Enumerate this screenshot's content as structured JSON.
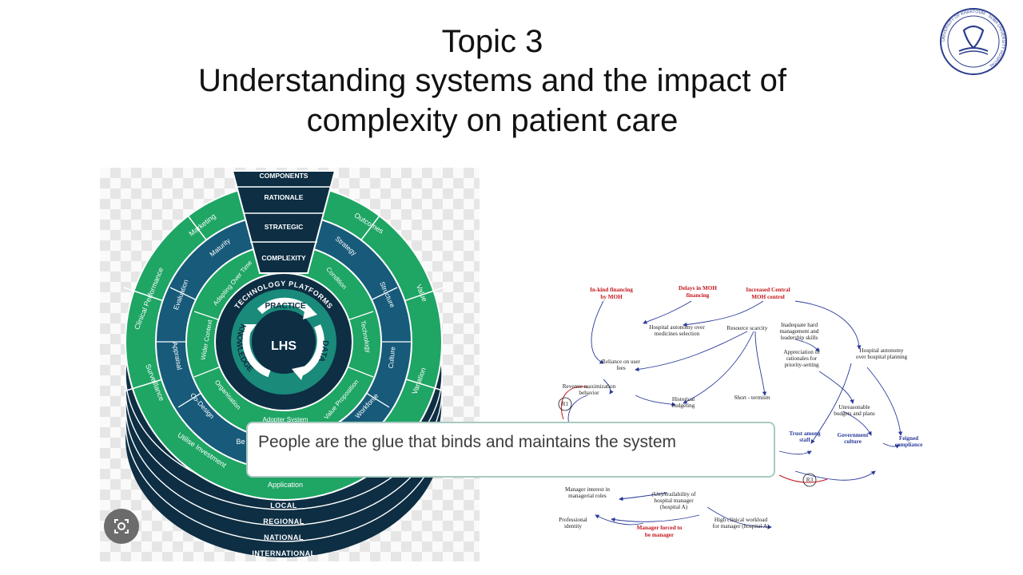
{
  "slide": {
    "title_lines": [
      "Topic 3",
      "Understanding systems and the impact of",
      "complexity on patient care"
    ],
    "caption": "People are the glue that binds and maintains the system"
  },
  "logo": {
    "ring_text": "UNIVERSITY OF KHARTOUM · SOBA UNIVERSITY HOSPITAL",
    "colors": {
      "ring": "#2c3e8f"
    }
  },
  "lhs_diagram": {
    "colors": {
      "green": "#1fa564",
      "navy": "#0d2e43",
      "blue": "#175a7a",
      "arrow": "#ffffff"
    },
    "center": "LHS",
    "cycle": [
      "PRACTICE",
      "DATA",
      "KNOWLEDGE"
    ],
    "tech_ring": "TECHNOLOGY PLATFORMS",
    "column": [
      "COMPONENTS",
      "RATIONALE",
      "STRATEGIC",
      "COMPLEXITY"
    ],
    "outer_ring": [
      "Outcomes",
      "Value",
      "Variation",
      "Surveillance",
      "Clinical Performance",
      "Marketing"
    ],
    "middle_ring": [
      "Strategy",
      "Structure",
      "Culture",
      "Workforce",
      "Co-Design",
      "Appraisal",
      "Evaluation",
      "Maturity"
    ],
    "inner_ring": [
      "Condition",
      "Technology",
      "Value Proposition",
      "Adopter System",
      "Organisation",
      "Wider Context",
      "Adapting Over Time"
    ],
    "bottom": [
      "Utilise Investment",
      "Be",
      "Application"
    ],
    "levels": [
      "LOCAL",
      "REGIONAL",
      "NATIONAL",
      "INTERNATIONAL"
    ]
  },
  "loop_diagram": {
    "colors": {
      "red": "#c4161c",
      "arrow": "#2a3a9a",
      "text": "#1a1a1a"
    },
    "red_nodes": [
      "In-kind financing",
      "by MOH",
      "Delays in MOH",
      "financing",
      "Increased Central",
      "MOH control",
      "Manager forced to",
      "be manager"
    ],
    "nodes": [
      "Hospital autonomy over",
      "medicines selection",
      "Resource scarcity",
      "Inadequate hard",
      "management and",
      "leadership skills",
      "Appreciation of",
      "rationales for",
      "priority-setting",
      "Hospital autonomy",
      "over hospital planning",
      "Reliance on user",
      "fees",
      "Revenue maximization",
      "behavior",
      "Historical",
      "budgeting",
      "Short - termism",
      "Unreasonable",
      "budgets and plans",
      "Trust among",
      "staff",
      "Government",
      "culture",
      "Feigned",
      "compliance",
      "Manager interest in",
      "managerial roles",
      "(Un)Availability of",
      "hospital manager",
      "(hospital A)",
      "Professional",
      "identity",
      "High clinical workload",
      "for manager (hospital A)"
    ],
    "loops": [
      "R1",
      "R3"
    ]
  }
}
